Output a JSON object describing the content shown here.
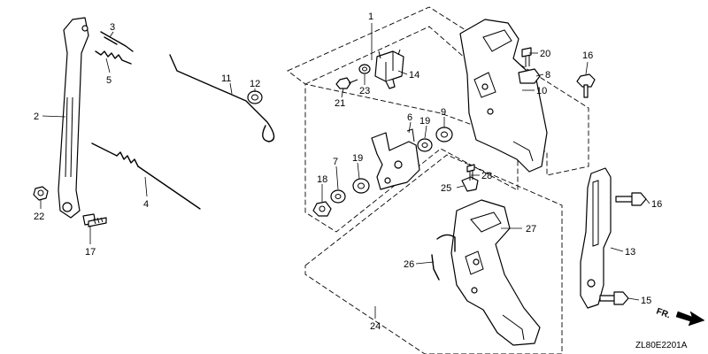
{
  "callouts": {
    "c1": "1",
    "c2": "2",
    "c3": "3",
    "c4": "4",
    "c5": "5",
    "c6": "6",
    "c7": "7",
    "c8": "8",
    "c9": "9",
    "c10": "10",
    "c11": "11",
    "c12": "12",
    "c13": "13",
    "c14": "14",
    "c15": "15",
    "c16a": "16",
    "c16b": "16",
    "c17": "17",
    "c18": "18",
    "c19a": "19",
    "c19b": "19",
    "c20": "20",
    "c21": "21",
    "c22": "22",
    "c23": "23",
    "c24": "24",
    "c25": "25",
    "c26": "26",
    "c27": "27",
    "c28": "28"
  },
  "direction_label": "FR.",
  "diagram_code": "ZL80E2201A"
}
